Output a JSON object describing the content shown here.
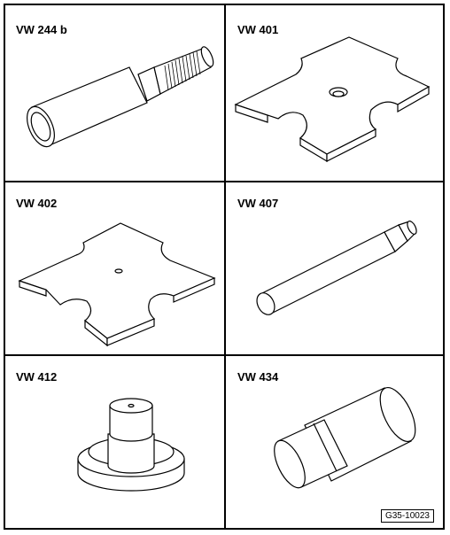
{
  "cells": [
    {
      "label": "VW 244 b",
      "tool": "pin-with-knurled-shank"
    },
    {
      "label": "VW 401",
      "tool": "thrust-plate"
    },
    {
      "label": "VW 402",
      "tool": "thrust-plate"
    },
    {
      "label": "VW 407",
      "tool": "press-mandrel"
    },
    {
      "label": "VW 412",
      "tool": "stepped-thrust-piece"
    },
    {
      "label": "VW 434",
      "tool": "stepped-sleeve"
    }
  ],
  "figure_id": "G35-10023"
}
